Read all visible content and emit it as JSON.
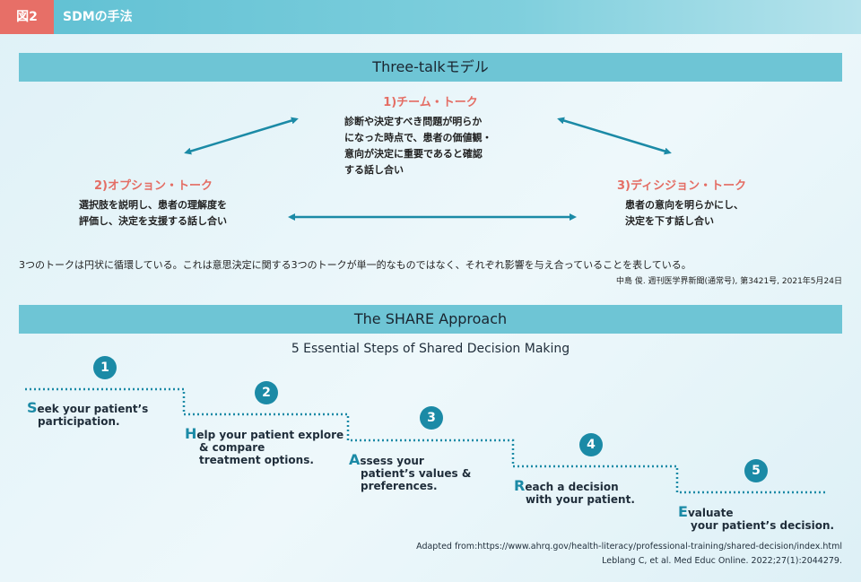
{
  "header": {
    "tag": "図2",
    "title": "SDMの手法"
  },
  "three_talk": {
    "section_title": "Three-talkモデル",
    "team": {
      "title": "1)チーム・トーク",
      "lines": [
        "診断や決定すべき問題が明らか",
        "になった時点で、患者の価値観・",
        "意向が決定に重要であると確認",
        "する話し合い"
      ]
    },
    "option": {
      "title": "2)オプション・トーク",
      "lines": [
        "選択肢を説明し、患者の理解度を",
        "評価し、決定を支援する話し合い"
      ]
    },
    "decision": {
      "title": "3)ディシジョン・トーク",
      "lines": [
        "患者の意向を明らかにし、",
        "決定を下す話し合い"
      ]
    },
    "cycle_note": "3つのトークは円状に循環している。これは意思決定に関する3つのトークが単一的なものではなく、それぞれ影響を与え合っていることを表している。",
    "citation": "中島 俊. 週刊医学界新聞(通常号), 第3421号, 2021年5月24日"
  },
  "share": {
    "section_title": "The SHARE Approach",
    "subtitle": "5 Essential Steps of Shared Decision Making",
    "steps": [
      {
        "num": "1",
        "cap": "S",
        "rest1": "eek your patient’s",
        "line2": "participation."
      },
      {
        "num": "2",
        "cap": "H",
        "rest1": "elp your patient explore",
        "line2": "& compare",
        "line3": "treatment options."
      },
      {
        "num": "3",
        "cap": "A",
        "rest1": "ssess your",
        "line2": "patient’s values &",
        "line3": "preferences."
      },
      {
        "num": "4",
        "cap": "R",
        "rest1": "each a decision",
        "line2": "with your patient."
      },
      {
        "num": "5",
        "cap": "E",
        "rest1": "valuate",
        "line2": "your patient’s decision."
      }
    ],
    "citation_1": "Adapted from:https://www.ahrq.gov/health-literacy/professional-training/shared-decision/index.html",
    "citation_2": "Leblang C, et al. Med Educ Online. 2022;27(1):2044279."
  },
  "colors": {
    "accent_red": "#e46d64",
    "teal": "#1b8aa6",
    "bar": "#6ec5d5"
  }
}
